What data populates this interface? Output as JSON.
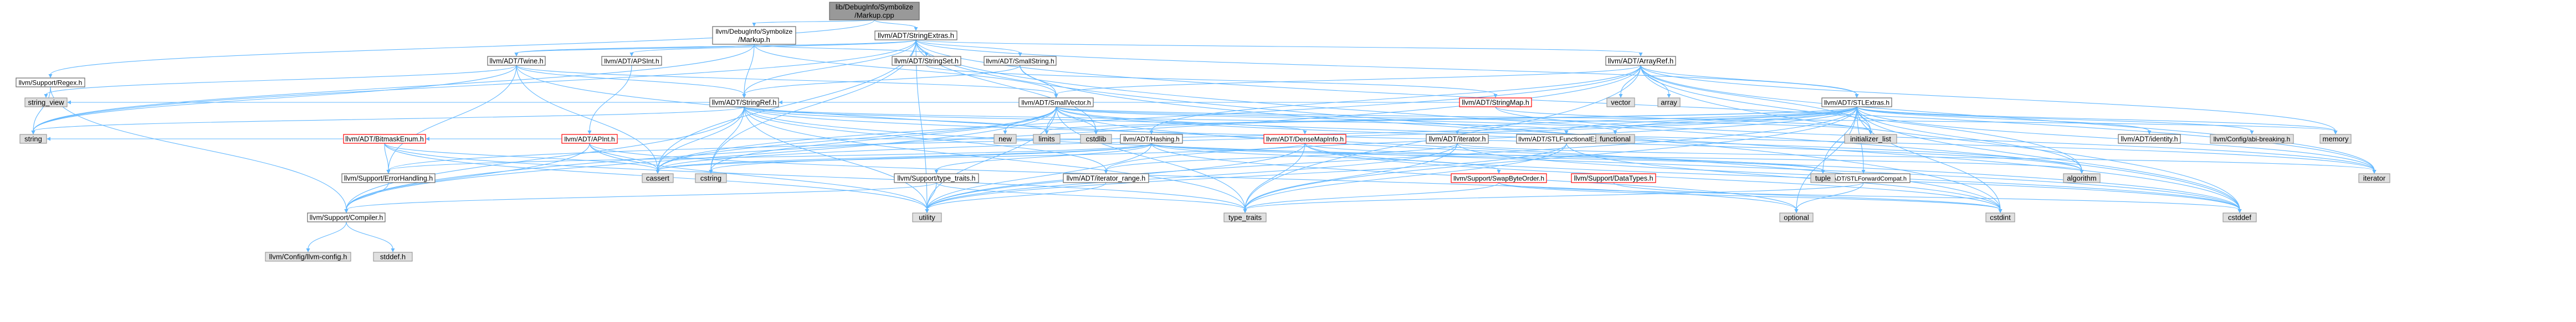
{
  "colors": {
    "edge": "#63b8ff",
    "root_fill": "#999999",
    "root_border": "#666666",
    "node_fill": "#ffffff",
    "node_border": "#666666",
    "sys_fill": "#e0e0e0",
    "sys_border": "#999999",
    "red_border": "#ff0000"
  },
  "nodes": [
    {
      "id": "root",
      "label": "lib/DebugInfo/Symbolize\n/Markup.cpp",
      "style": "root"
    },
    {
      "id": "markup_h",
      "label": "llvm/DebugInfo/Symbolize\n/Markup.h",
      "style": "normal"
    },
    {
      "id": "stringextras",
      "label": "llvm/ADT/StringExtras.h",
      "style": "normal"
    },
    {
      "id": "regex",
      "label": "llvm/Support/Regex.h",
      "style": "normal"
    },
    {
      "id": "twine",
      "label": "llvm/ADT/Twine.h",
      "style": "normal"
    },
    {
      "id": "apsint",
      "label": "llvm/ADT/APSInt.h",
      "style": "normal"
    },
    {
      "id": "stringset",
      "label": "llvm/ADT/StringSet.h",
      "style": "normal"
    },
    {
      "id": "smallstring",
      "label": "llvm/ADT/SmallString.h",
      "style": "normal"
    },
    {
      "id": "arrayref",
      "label": "llvm/ADT/ArrayRef.h",
      "style": "normal"
    },
    {
      "id": "stringref",
      "label": "llvm/ADT/StringRef.h",
      "style": "normal"
    },
    {
      "id": "smallvector",
      "label": "llvm/ADT/SmallVector.h",
      "style": "normal"
    },
    {
      "id": "stringmap",
      "label": "llvm/ADT/StringMap.h",
      "style": "red"
    },
    {
      "id": "stlextras",
      "label": "llvm/ADT/STLExtras.h",
      "style": "normal"
    },
    {
      "id": "apint",
      "label": "llvm/ADT/APInt.h",
      "style": "red"
    },
    {
      "id": "bitmaskenum",
      "label": "llvm/ADT/BitmaskEnum.h",
      "style": "red"
    },
    {
      "id": "hashing",
      "label": "llvm/ADT/Hashing.h",
      "style": "normal"
    },
    {
      "id": "densemapinfo",
      "label": "llvm/ADT/DenseMapInfo.h",
      "style": "red"
    },
    {
      "id": "iterator_h",
      "label": "llvm/ADT/iterator.h",
      "style": "normal"
    },
    {
      "id": "stlfunctional",
      "label": "llvm/ADT/STLFunctionalExtras.h",
      "style": "normal"
    },
    {
      "id": "identity",
      "label": "llvm/ADT/identity.h",
      "style": "normal"
    },
    {
      "id": "abibreaking",
      "label": "llvm/Config/abi-breaking.h",
      "style": "sys"
    },
    {
      "id": "errorhandling",
      "label": "llvm/Support/ErrorHandling.h",
      "style": "normal"
    },
    {
      "id": "typetraits",
      "label": "llvm/Support/type_traits.h",
      "style": "normal"
    },
    {
      "id": "iterrange",
      "label": "llvm/ADT/iterator_range.h",
      "style": "normal"
    },
    {
      "id": "swapbyteorder",
      "label": "llvm/Support/SwapByteOrder.h",
      "style": "red"
    },
    {
      "id": "datatypes",
      "label": "llvm/Support/DataTypes.h",
      "style": "red"
    },
    {
      "id": "stlforward",
      "label": "llvm/ADT/STLForwardCompat.h",
      "style": "normal"
    },
    {
      "id": "compiler",
      "label": "llvm/Support/Compiler.h",
      "style": "normal"
    },
    {
      "id": "llvmconfig",
      "label": "llvm/Config/llvm-config.h",
      "style": "sys"
    },
    {
      "id": "stddef_h",
      "label": "stddef.h",
      "style": "sys"
    },
    {
      "id": "string",
      "label": "string",
      "style": "sys"
    },
    {
      "id": "string_view",
      "label": "string_view",
      "style": "sys"
    },
    {
      "id": "cassert",
      "label": "cassert",
      "style": "sys"
    },
    {
      "id": "cstring",
      "label": "cstring",
      "style": "sys"
    },
    {
      "id": "new",
      "label": "new",
      "style": "sys"
    },
    {
      "id": "limits",
      "label": "limits",
      "style": "sys"
    },
    {
      "id": "cstdlib",
      "label": "cstdlib",
      "style": "sys"
    },
    {
      "id": "utility",
      "label": "utility",
      "style": "sys"
    },
    {
      "id": "type_traits",
      "label": "type_traits",
      "style": "sys"
    },
    {
      "id": "vector",
      "label": "vector",
      "style": "sys"
    },
    {
      "id": "array",
      "label": "array",
      "style": "sys"
    },
    {
      "id": "functional",
      "label": "functional",
      "style": "sys"
    },
    {
      "id": "initlist",
      "label": "initializer_list",
      "style": "sys"
    },
    {
      "id": "memory",
      "label": "memory",
      "style": "sys"
    },
    {
      "id": "tuple",
      "label": "tuple",
      "style": "sys"
    },
    {
      "id": "algorithm",
      "label": "algorithm",
      "style": "sys"
    },
    {
      "id": "iterator_std",
      "label": "iterator",
      "style": "sys"
    },
    {
      "id": "optional",
      "label": "optional",
      "style": "sys"
    },
    {
      "id": "cstdint",
      "label": "cstdint",
      "style": "sys"
    },
    {
      "id": "cstddef",
      "label": "cstddef",
      "style": "sys"
    }
  ],
  "edges": [
    [
      "root",
      "markup_h"
    ],
    [
      "root",
      "stringextras"
    ],
    [
      "root",
      "regex"
    ],
    [
      "markup_h",
      "twine"
    ],
    [
      "markup_h",
      "stringref"
    ],
    [
      "markup_h",
      "smallvector"
    ],
    [
      "markup_h",
      "stringset"
    ],
    [
      "markup_h",
      "string"
    ],
    [
      "stringextras",
      "apsint"
    ],
    [
      "stringextras",
      "arrayref"
    ],
    [
      "stringextras",
      "smallstring"
    ],
    [
      "stringextras",
      "stringref"
    ],
    [
      "stringextras",
      "twine"
    ],
    [
      "stringextras",
      "cassert"
    ],
    [
      "stringextras",
      "cstddef"
    ],
    [
      "stringextras",
      "cstdint"
    ],
    [
      "stringextras",
      "cstdlib"
    ],
    [
      "stringextras",
      "cstring"
    ],
    [
      "stringextras",
      "iterator_std"
    ],
    [
      "stringextras",
      "string"
    ],
    [
      "stringextras",
      "utility"
    ],
    [
      "stringextras",
      "stlextras"
    ],
    [
      "regex",
      "compiler"
    ],
    [
      "regex",
      "string"
    ],
    [
      "twine",
      "smallvector"
    ],
    [
      "twine",
      "stringref"
    ],
    [
      "twine",
      "errorhandling"
    ],
    [
      "twine",
      "cassert"
    ],
    [
      "twine",
      "cstdint"
    ],
    [
      "twine",
      "string"
    ],
    [
      "twine",
      "string_view"
    ],
    [
      "apsint",
      "apint"
    ],
    [
      "stringset",
      "stringmap"
    ],
    [
      "smallstring",
      "stringref"
    ],
    [
      "smallstring",
      "smallvector"
    ],
    [
      "smallstring",
      "cstddef"
    ],
    [
      "arrayref",
      "hashing"
    ],
    [
      "arrayref",
      "smallvector"
    ],
    [
      "arrayref",
      "stlextras"
    ],
    [
      "arrayref",
      "compiler"
    ],
    [
      "arrayref",
      "algorithm"
    ],
    [
      "arrayref",
      "array"
    ],
    [
      "arrayref",
      "cassert"
    ],
    [
      "arrayref",
      "cstddef"
    ],
    [
      "arrayref",
      "initlist"
    ],
    [
      "arrayref",
      "iterator_std"
    ],
    [
      "arrayref",
      "memory"
    ],
    [
      "arrayref",
      "type_traits"
    ],
    [
      "arrayref",
      "vector"
    ],
    [
      "stringref",
      "densemapinfo"
    ],
    [
      "stringref",
      "stlfunctional"
    ],
    [
      "stringref",
      "iterrange"
    ],
    [
      "stringref",
      "compiler"
    ],
    [
      "stringref",
      "algorithm"
    ],
    [
      "stringref",
      "cassert"
    ],
    [
      "stringref",
      "cstddef"
    ],
    [
      "stringref",
      "cstring"
    ],
    [
      "stringref",
      "limits"
    ],
    [
      "stringref",
      "string"
    ],
    [
      "stringref",
      "string_view"
    ],
    [
      "stringref",
      "type_traits"
    ],
    [
      "stringref",
      "utility"
    ],
    [
      "smallvector",
      "compiler"
    ],
    [
      "smallvector",
      "algorithm"
    ],
    [
      "smallvector",
      "cassert"
    ],
    [
      "smallvector",
      "cstddef"
    ],
    [
      "smallvector",
      "cstdlib"
    ],
    [
      "smallvector",
      "cstring"
    ],
    [
      "smallvector",
      "functional"
    ],
    [
      "smallvector",
      "initlist"
    ],
    [
      "smallvector",
      "iterator_std"
    ],
    [
      "smallvector",
      "limits"
    ],
    [
      "smallvector",
      "memory"
    ],
    [
      "smallvector",
      "new"
    ],
    [
      "smallvector",
      "type_traits"
    ],
    [
      "smallvector",
      "utility"
    ],
    [
      "stringmap",
      "stringref"
    ],
    [
      "stringmap",
      "initlist"
    ],
    [
      "stringmap",
      "iterator_std"
    ],
    [
      "stlextras",
      "stlforward"
    ],
    [
      "stlextras",
      "stlfunctional"
    ],
    [
      "stlextras",
      "identity"
    ],
    [
      "stlextras",
      "iterator_h"
    ],
    [
      "stlextras",
      "iterrange"
    ],
    [
      "stlextras",
      "abibreaking"
    ],
    [
      "stlextras",
      "errorhandling"
    ],
    [
      "stlextras",
      "algorithm"
    ],
    [
      "stlextras",
      "cassert"
    ],
    [
      "stlextras",
      "cstddef"
    ],
    [
      "stlextras",
      "cstdint"
    ],
    [
      "stlextras",
      "cstdlib"
    ],
    [
      "stlextras",
      "functional"
    ],
    [
      "stlextras",
      "initlist"
    ],
    [
      "stlextras",
      "iterator_std"
    ],
    [
      "stlextras",
      "limits"
    ],
    [
      "stlextras",
      "memory"
    ],
    [
      "stlextras",
      "optional"
    ],
    [
      "stlextras",
      "tuple"
    ],
    [
      "stlextras",
      "type_traits"
    ],
    [
      "stlextras",
      "utility"
    ],
    [
      "apint",
      "bitmaskenum"
    ],
    [
      "apint",
      "compiler"
    ],
    [
      "apint",
      "cassert"
    ],
    [
      "apint",
      "optional"
    ],
    [
      "apint",
      "utility"
    ],
    [
      "bitmaskenum",
      "errorhandling"
    ],
    [
      "bitmaskenum",
      "cassert"
    ],
    [
      "bitmaskenum",
      "type_traits"
    ],
    [
      "bitmaskenum",
      "utility"
    ],
    [
      "hashing",
      "errorhandling"
    ],
    [
      "hashing",
      "swapbyteorder"
    ],
    [
      "hashing",
      "typetraits"
    ],
    [
      "hashing",
      "algorithm"
    ],
    [
      "hashing",
      "cassert"
    ],
    [
      "hashing",
      "cstring"
    ],
    [
      "hashing",
      "optional"
    ],
    [
      "hashing",
      "string"
    ],
    [
      "hashing",
      "tuple"
    ],
    [
      "hashing",
      "utility"
    ],
    [
      "densemapinfo",
      "cassert"
    ],
    [
      "densemapinfo",
      "cstddef"
    ],
    [
      "densemapinfo",
      "cstdint"
    ],
    [
      "densemapinfo",
      "tuple"
    ],
    [
      "densemapinfo",
      "type_traits"
    ],
    [
      "densemapinfo",
      "utility"
    ],
    [
      "iterator_h",
      "iterrange"
    ],
    [
      "iterator_h",
      "cstddef"
    ],
    [
      "iterator_h",
      "iterator_std"
    ],
    [
      "iterator_h",
      "type_traits"
    ],
    [
      "iterator_h",
      "utility"
    ],
    [
      "stlfunctional",
      "cstdint"
    ],
    [
      "stlfunctional",
      "type_traits"
    ],
    [
      "stlfunctional",
      "utility"
    ],
    [
      "errorhandling",
      "compiler"
    ],
    [
      "typetraits",
      "compiler"
    ],
    [
      "typetraits",
      "type_traits"
    ],
    [
      "typetraits",
      "utility"
    ],
    [
      "iterrange",
      "utility"
    ],
    [
      "swapbyteorder",
      "cstddef"
    ],
    [
      "swapbyteorder",
      "cstdint"
    ],
    [
      "swapbyteorder",
      "type_traits"
    ],
    [
      "datatypes",
      "cstdint"
    ],
    [
      "stlforward",
      "optional"
    ],
    [
      "stlforward",
      "type_traits"
    ],
    [
      "compiler",
      "llvmconfig"
    ],
    [
      "compiler",
      "stddef_h"
    ]
  ]
}
